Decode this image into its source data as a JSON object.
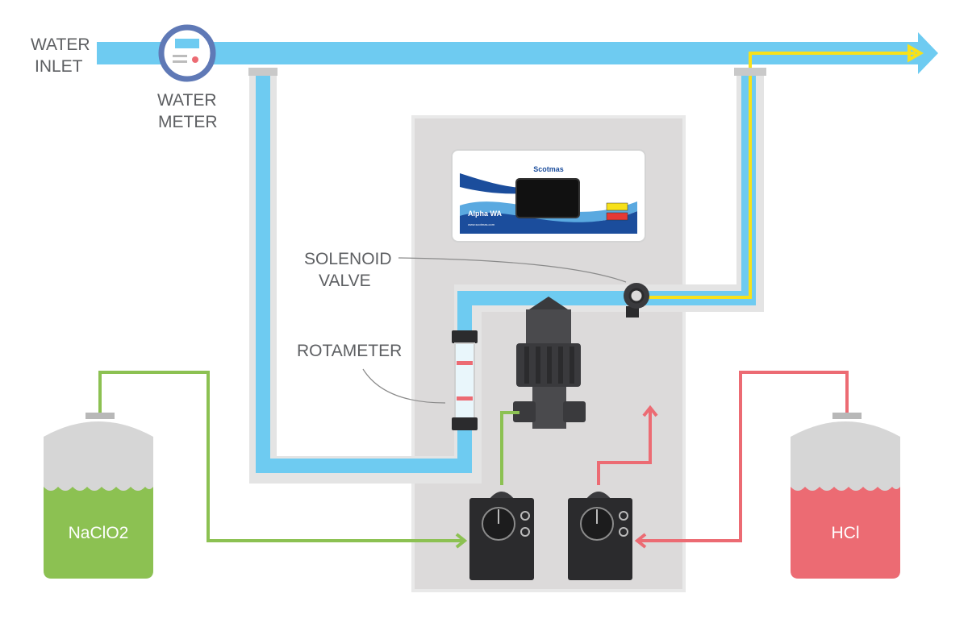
{
  "labels": {
    "water_inlet_line1": "WATER",
    "water_inlet_line2": "INLET",
    "water_meter_line1": "WATER",
    "water_meter_line2": "METER",
    "solenoid_line1": "SOLENOID",
    "solenoid_line2": "VALVE",
    "rotameter": "ROTAMETER"
  },
  "tanks": {
    "left": "NaClO2",
    "right": "HCl"
  },
  "controller": {
    "brand": "Scotmas",
    "model": "Alpha WA",
    "website": "www.scotmas.com"
  },
  "colors": {
    "water": "#6ecbf1",
    "treated": "#f7e11a",
    "chlorite": "#8cc152",
    "acid": "#ec6b73",
    "panel": "#dcdada",
    "pump": "#2b2b2d"
  }
}
